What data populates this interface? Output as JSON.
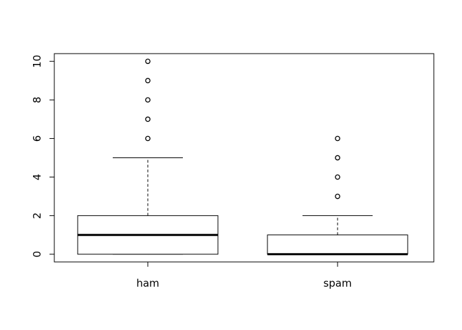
{
  "chart_data": {
    "type": "boxplot",
    "title": "",
    "xlabel": "",
    "ylabel": "",
    "categories": [
      "ham",
      "spam"
    ],
    "ylim": [
      -0.4,
      10.4
    ],
    "yticks": [
      "0",
      "2",
      "4",
      "6",
      "8",
      "10"
    ],
    "grid": false,
    "boxes": [
      {
        "name": "ham",
        "whisker_low": 0,
        "q1": 0,
        "median": 1,
        "q3": 2,
        "whisker_high": 5,
        "outliers": [
          6,
          7,
          8,
          9,
          10
        ]
      },
      {
        "name": "spam",
        "whisker_low": 0,
        "q1": 0,
        "median": 0,
        "q3": 1,
        "whisker_high": 2,
        "outliers": [
          3,
          4,
          5,
          6
        ]
      }
    ]
  }
}
